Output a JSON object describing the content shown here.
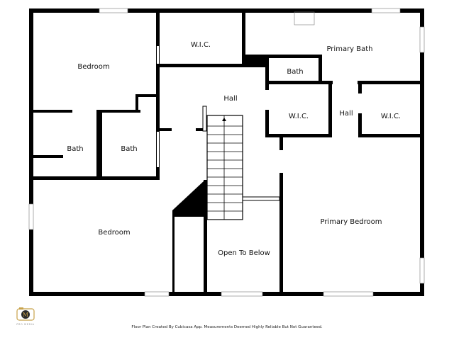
{
  "colors": {
    "wall": "#000000",
    "window": "#ffffff",
    "background": "#ffffff",
    "logo": "#c8a24a"
  },
  "rooms": {
    "bedroom_nw": "Bedroom",
    "wic_north": "W.I.C.",
    "primary_bath": "Primary Bath",
    "bath_small_ne": "Bath",
    "hall_center": "Hall",
    "wic_left_e": "W.I.C.",
    "hall_east": "Hall",
    "wic_right_e": "W.I.C.",
    "bath_left": "Bath",
    "bath_right": "Bath",
    "bedroom_sw": "Bedroom",
    "primary_bedroom": "Primary Bedroom",
    "open_to_below": "Open To Below"
  },
  "logo": {
    "icon": "camera-logo-icon",
    "text": "PRO MEDIA"
  },
  "footer": {
    "note": "Floor Plan Created By Cubicasa App. Measurements Deemed Highly Reliable But Not Guaranteed."
  }
}
